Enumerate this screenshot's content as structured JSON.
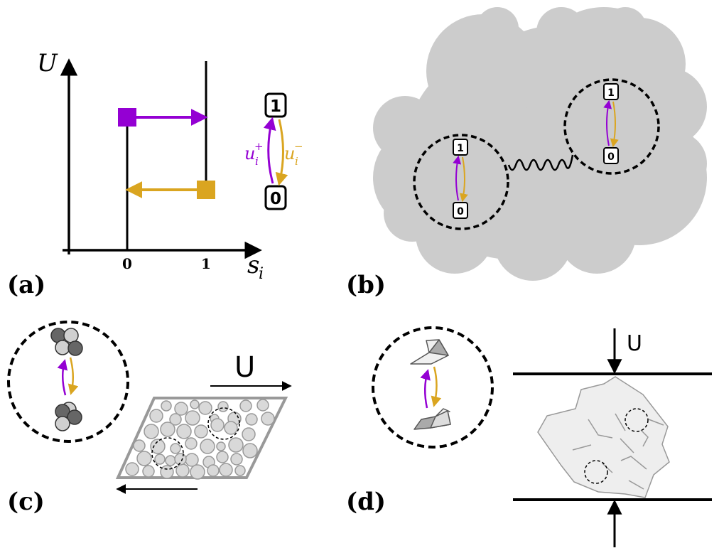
{
  "panels": {
    "a": {
      "label": "(a)",
      "y_axis_label": "U",
      "x_axis_label": "s",
      "x_axis_subscript": "i",
      "tick_0": "0",
      "tick_1": "1",
      "state_top": "1",
      "state_bottom": "0",
      "rate_up": "u",
      "rate_up_sup": "+",
      "rate_up_sub": "i",
      "rate_down": "u",
      "rate_down_sup": "−",
      "rate_down_sub": "i"
    },
    "b": {
      "label": "(b)",
      "left_state_top": "1",
      "left_state_bottom": "0",
      "right_state_top": "1",
      "right_state_bottom": "0"
    },
    "c": {
      "label": "(c)",
      "drive_label": "U"
    },
    "d": {
      "label": "(d)",
      "drive_label": "U"
    }
  },
  "colors": {
    "up": "#9400d3",
    "down": "#daa520",
    "blob": "#cccccc",
    "particle": "#d9d9d9",
    "outline": "#999999"
  }
}
